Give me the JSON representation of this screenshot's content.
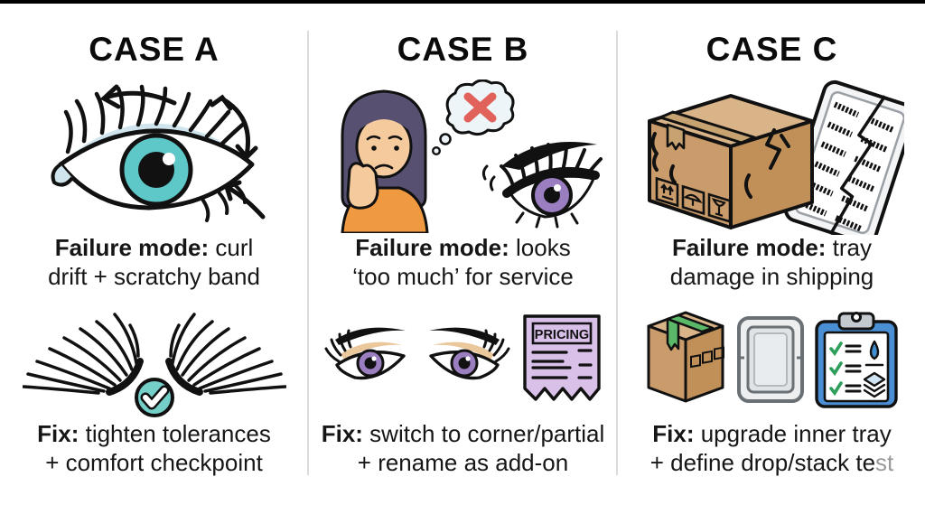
{
  "meta": {
    "background": "#ffffff",
    "top_bar_color": "#000000",
    "divider_color": "#dcdcdc",
    "text_color": "#161616",
    "faded_text_color": "#9a9a9a"
  },
  "cases": [
    {
      "title": "CASE A",
      "failure": {
        "label": "Failure mode:",
        "line1_rest": " curl",
        "line2": "drift + scratchy band"
      },
      "fix": {
        "label": "Fix:",
        "line1_rest": " tighten tolerances",
        "line2": "+ comfort checkpoint",
        "line2_faded": ""
      },
      "icons": {
        "top": "eye-curl-drift-arrows-icon",
        "bottom": "closed-lashes-check-icon"
      },
      "colors": {
        "iris_teal": "#5ec7c7",
        "eyelid_blue": "#cfe4ec",
        "check_circle_teal": "#74cfc9"
      }
    },
    {
      "title": "CASE B",
      "failure": {
        "label": "Failure mode:",
        "line1_rest": " looks",
        "line2": "‘too much’ for service"
      },
      "fix": {
        "label": "Fix:",
        "line1_rest": " switch to corner/partial",
        "line2": "+ rename as add-on",
        "line2_faded": ""
      },
      "receipt_label": "PRICING",
      "icons": {
        "top": "worried-client-dramatic-eye-icon",
        "bottom": "natural-eyes-pricing-receipt-icon"
      },
      "colors": {
        "iris_purple": "#9b7ec0",
        "shirt_orange": "#ef9940",
        "hair": "#575071",
        "skin": "#f5cb9e",
        "x_mark_red": "#e0625a",
        "receipt_lavender": "#d8c0e8",
        "eyeshadow_tan": "#ebc79c",
        "bubble": "#edf5f8"
      }
    },
    {
      "title": "CASE C",
      "failure": {
        "label": "Failure mode:",
        "line1_rest": " tray",
        "line2": "damage in shipping"
      },
      "fix": {
        "label": "Fix:",
        "line1_rest": " upgrade inner tray",
        "line2": "+ define drop/stack te",
        "line2_faded": "st"
      },
      "icons": {
        "top": "damaged-box-cracked-tray-icon",
        "bottom": "box-tray-checklist-icon"
      },
      "colors": {
        "box_top_tan": "#d9b489",
        "box_front_tan": "#cb9c6b",
        "box_side_tan": "#c09058",
        "tape_green": "#5bb869",
        "tray_gray": "#eceef0",
        "clipboard_blue": "#4a8fd4",
        "check_green": "#2e9e5b",
        "drop_blue": "#3f8fd0"
      }
    }
  ]
}
